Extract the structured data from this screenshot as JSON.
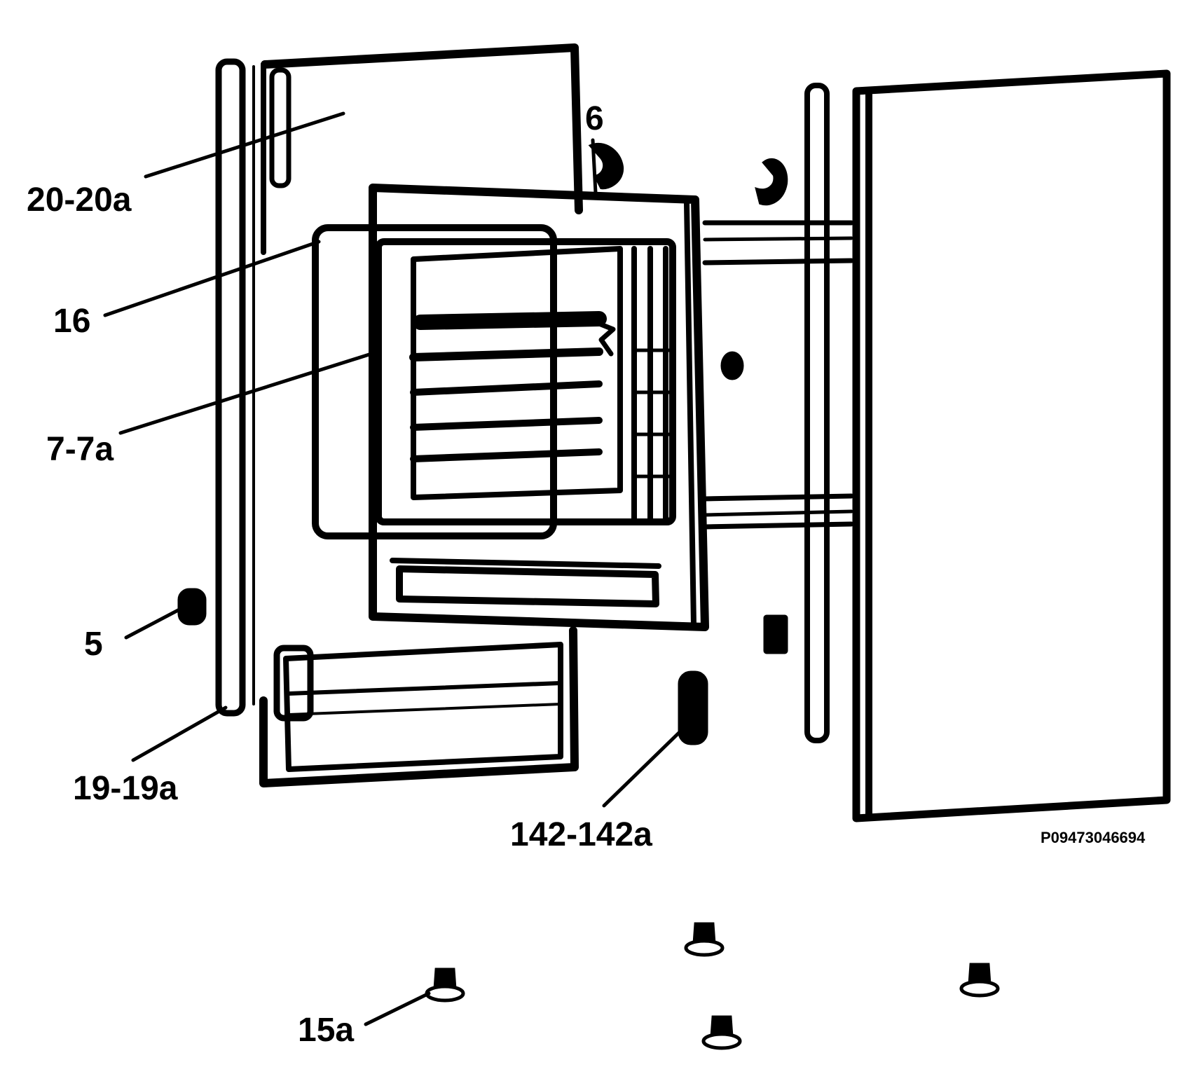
{
  "diagram": {
    "labels": {
      "part_20_20a": "20-20a",
      "part_16": "16",
      "part_7_7a": "7-7a",
      "part_5": "5",
      "part_19_19a": "19-19a",
      "part_6": "6",
      "part_142_142a": "142-142a",
      "part_15a": "15a"
    },
    "reference_code": "P09473046694"
  },
  "colors": {
    "ink": "#000000",
    "paper": "#ffffff"
  }
}
